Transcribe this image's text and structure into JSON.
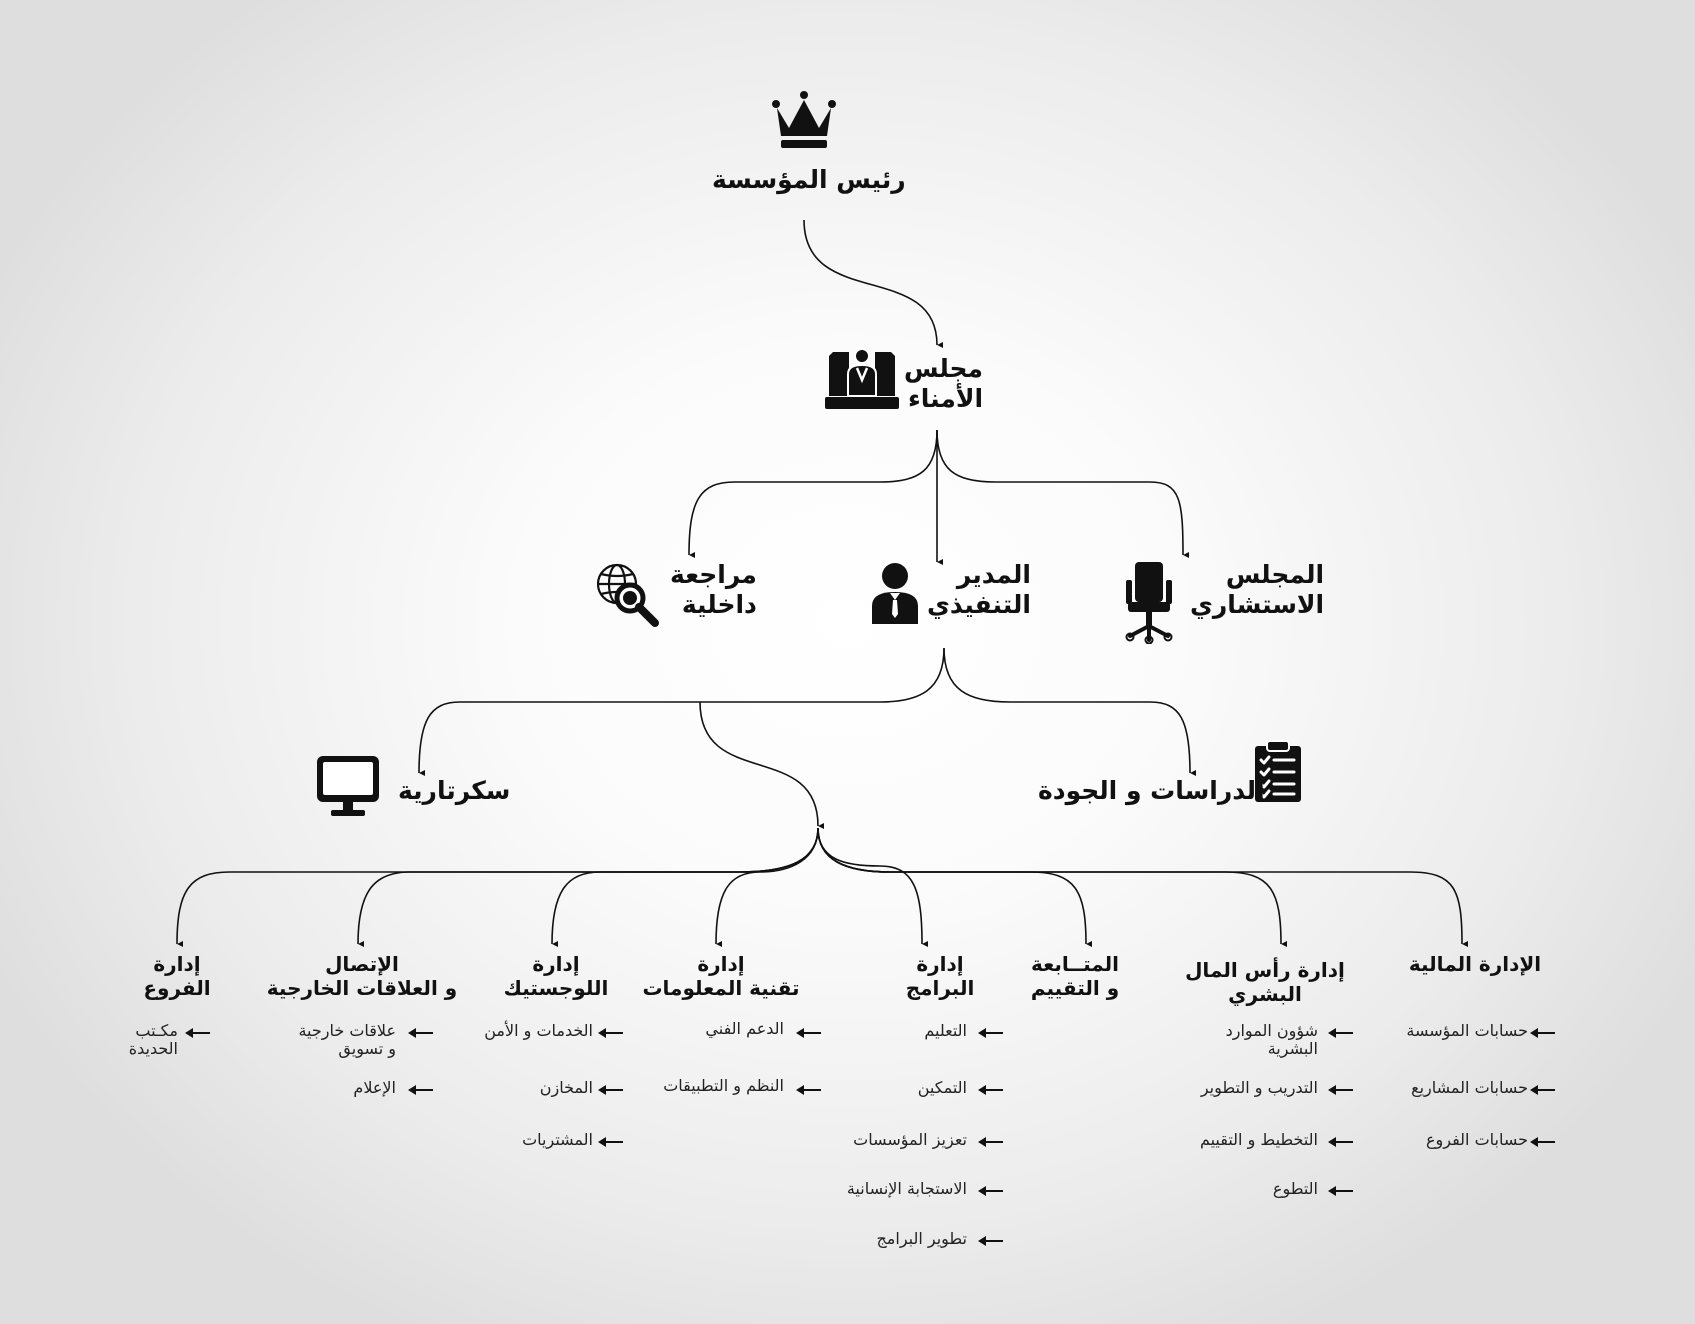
{
  "nodes": {
    "president": "رئيس المؤسسة",
    "board": [
      "مجلس",
      "الأمناء"
    ],
    "audit": [
      "مراجعة",
      "داخلية"
    ],
    "ceo": [
      "المدير",
      "التنفيذي"
    ],
    "advisory": [
      "المجلس",
      "الاستشاري"
    ],
    "secretariat": "سكرتارية",
    "studies": "الدراسات و الجودة"
  },
  "departments": [
    {
      "title": [
        "إدارة",
        "الفروع"
      ],
      "items": [
        [
          "مكـتب",
          "الحديدة"
        ]
      ]
    },
    {
      "title": [
        "الإتصال",
        "و العلاقات الخارجية"
      ],
      "items": [
        [
          "علاقات خارجية",
          "و تسويق"
        ],
        [
          "الإعلام"
        ]
      ]
    },
    {
      "title": [
        "إدارة",
        "اللوجستيك"
      ],
      "items": [
        [
          "الخدمات و الأمن"
        ],
        [
          "المخازن"
        ],
        [
          "المشتريات"
        ]
      ]
    },
    {
      "title": [
        "إدارة",
        "تقنية المعلومات"
      ],
      "items": [
        [
          "الدعم الفني"
        ],
        [
          "النظم و التطبيقات"
        ]
      ]
    },
    {
      "title": [
        "إدارة",
        "البرامج"
      ],
      "items": [
        [
          "التعليم"
        ],
        [
          "التمكين"
        ],
        [
          "تعزيز المؤسسات"
        ],
        [
          "الاستجابة الإنسانية"
        ],
        [
          "تطوير البرامج"
        ]
      ]
    },
    {
      "title": [
        "المتــابعة",
        "و التقييم"
      ],
      "items": []
    },
    {
      "title": [
        "إدارة رأس المال",
        "البشري"
      ],
      "items": [
        [
          "شؤون الموارد",
          "البشرية"
        ],
        [
          "التدريب و التطوير"
        ],
        [
          "التخطيط و التقييم"
        ],
        [
          "التطوع"
        ]
      ]
    },
    {
      "title": [
        "الإدارة المالية"
      ],
      "items": [
        [
          "حسابات المؤسسة"
        ],
        [
          "حسابات المشاريع"
        ],
        [
          "حسابات الفروع"
        ]
      ]
    }
  ],
  "icons": {
    "president": "crown-icon",
    "board": "board-meeting-icon",
    "audit": "globe-magnifier-icon",
    "ceo": "person-tie-icon",
    "advisory": "office-chair-icon",
    "secretariat": "monitor-icon",
    "studies": "clipboard-checklist-icon"
  }
}
